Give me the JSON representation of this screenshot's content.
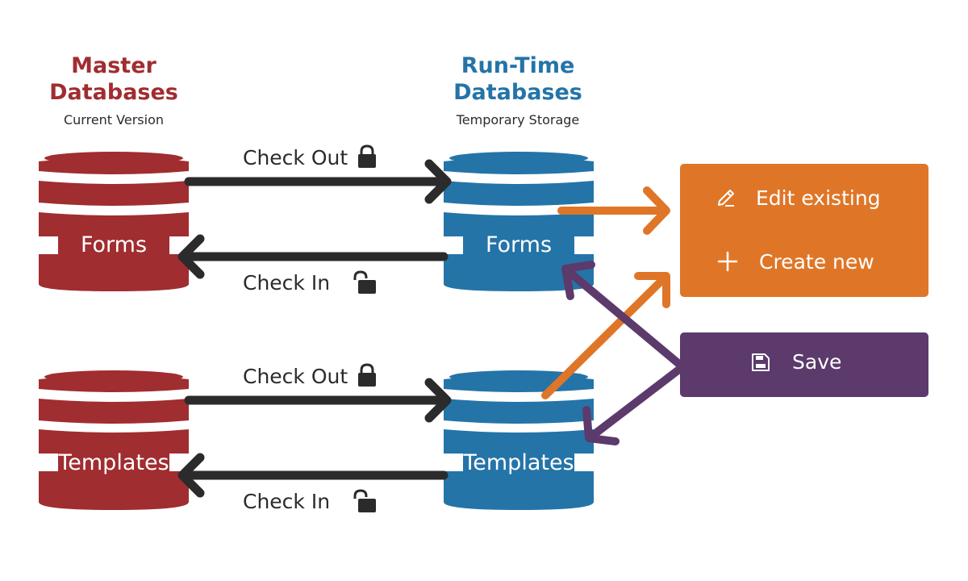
{
  "colors": {
    "master": "#a02d30",
    "runtime": "#2474a8",
    "action_orange": "#df7627",
    "action_purple": "#5c3a6c",
    "arrow_dark": "#2b2b2b"
  },
  "master": {
    "title_line1": "Master",
    "title_line2": "Databases",
    "subtitle": "Current Version",
    "db_forms": "Forms",
    "db_templates": "Templates"
  },
  "runtime": {
    "title_line1": "Run-Time",
    "title_line2": "Databases",
    "subtitle": "Temporary Storage",
    "db_forms": "Forms",
    "db_templates": "Templates"
  },
  "flows": {
    "forms_check_out": "Check Out",
    "forms_check_in": "Check In",
    "templates_check_out": "Check Out",
    "templates_check_in": "Check In"
  },
  "actions": {
    "edit_existing": "Edit existing",
    "create_new": "Create new",
    "save": "Save"
  },
  "icons": {
    "check_out": "lock-icon",
    "check_in": "unlock-icon",
    "edit": "pencil-icon",
    "create": "plus-icon",
    "save": "floppy-disk-icon"
  }
}
